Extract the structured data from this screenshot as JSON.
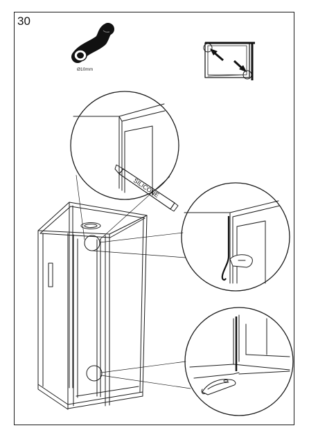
{
  "step_number": "30",
  "tube_diameter_label": "Ø10mm",
  "silicone_label": "SILICONE",
  "colors": {
    "ink": "#1a1a1a",
    "background": "#ffffff"
  },
  "icons": [
    "silicone-tube-icon",
    "arrow-icon",
    "spatula-icon",
    "finger-icon"
  ]
}
